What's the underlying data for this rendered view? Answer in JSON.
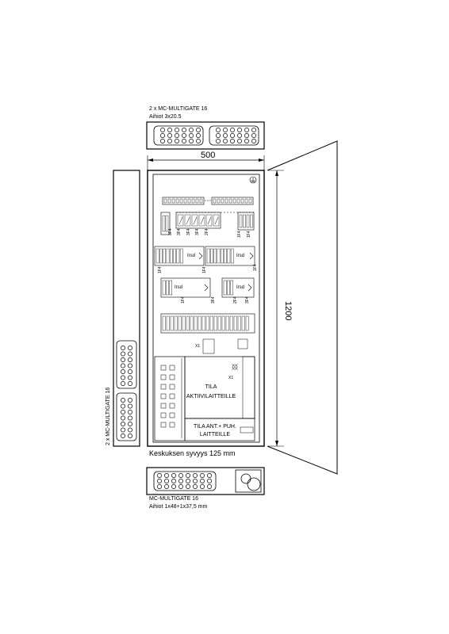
{
  "top_gland": {
    "title": "2 x MC-MULTIGATE 16",
    "subtitle": "Aihiot 3x20.5"
  },
  "bottom_gland": {
    "title": "MC-MULTIGATE 16",
    "subtitle": "Aihiot 1x48+1x37,5 mm"
  },
  "side_gland": {
    "label": "2 x MC-MULTIGATE 16"
  },
  "dimensions": {
    "width": "500",
    "height": "1200"
  },
  "cabinet_depth": "Keskuksen syvyys 125 mm",
  "zones": {
    "active_line1": "TILA",
    "active_line2": "AKTIIVILAITTEILLE",
    "antenna_line1": "TILA ANT.+ PUH.",
    "antenna_line2": "LAITTEILLE"
  },
  "small_labels": {
    "x1_terminal": "X1",
    "x1_lamp": "X1",
    "irsd_1": "Irsd",
    "irsd_2": "Irsd",
    "irsd_3": "Irsd",
    "irsd_4": "Irsd"
  },
  "component_codes": [
    "3F4",
    "3F4",
    "3F4",
    "3F4",
    "2F4",
    "1F4",
    "1F4",
    "1F4",
    "1F4",
    "1F4",
    "1F4",
    "3F4",
    "2F4",
    "3F4"
  ]
}
